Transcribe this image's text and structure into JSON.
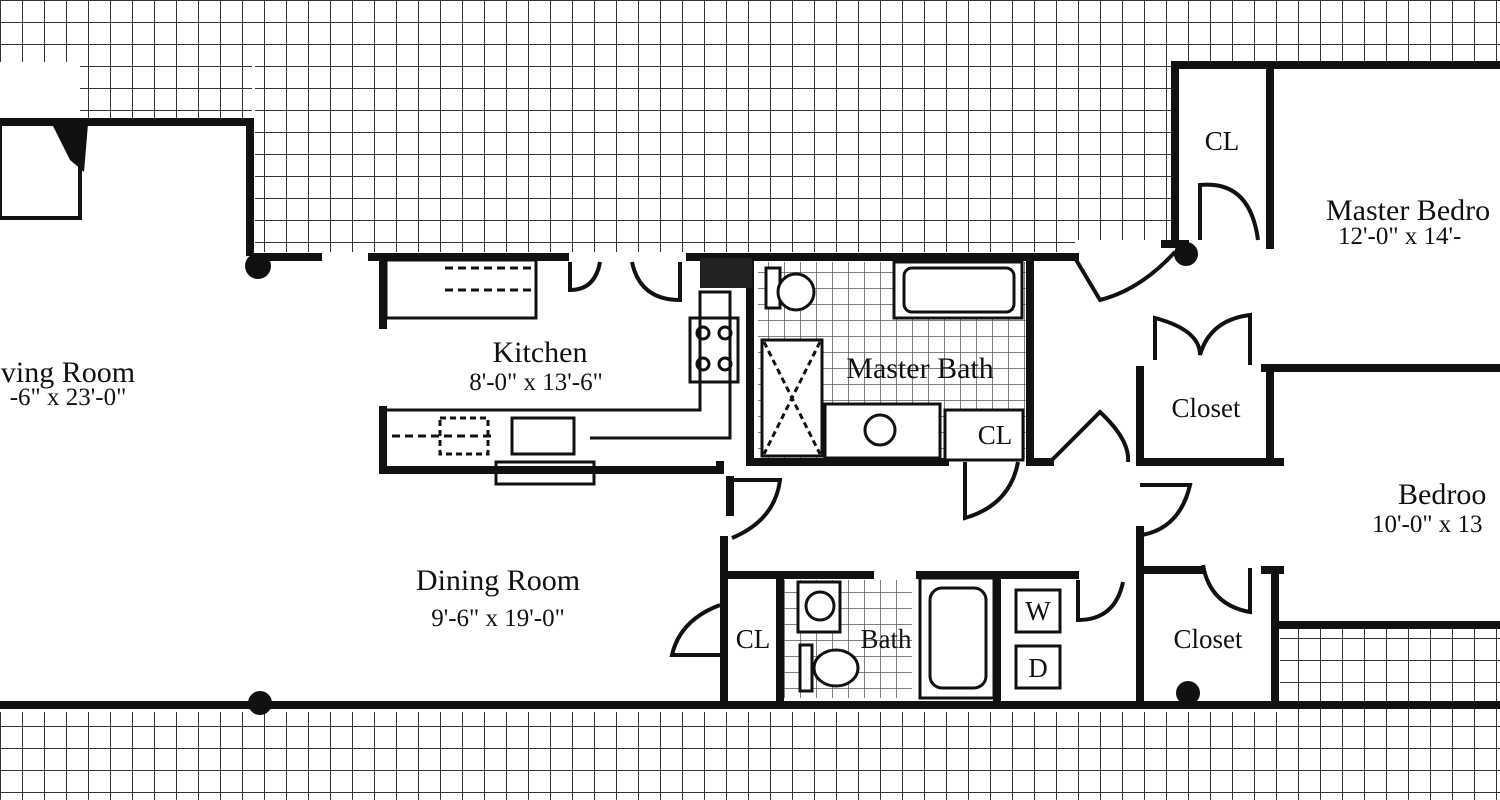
{
  "colors": {
    "wall": "#111111",
    "line": "#1a1a1a",
    "background": "#ffffff",
    "grid": "#333333"
  },
  "rooms": {
    "living_room": {
      "name": "ving Room",
      "dims": "-6\" x 23'-0\""
    },
    "kitchen": {
      "name": "Kitchen",
      "dims": "8'-0\" x 13'-6\""
    },
    "master_bath": {
      "name": "Master Bath"
    },
    "master_bedroom": {
      "name": "Master Bedro",
      "dims": "12'-0\" x 14'-"
    },
    "bedroom": {
      "name": "Bedroo",
      "dims": "10'-0\" x 13"
    },
    "dining_room": {
      "name": "Dining Room",
      "dims": "9'-6\" x 19'-0\""
    },
    "bath": {
      "name": "Bath"
    }
  },
  "closets": {
    "cl_master": "CL",
    "cl_bath": "CL",
    "cl_dining": "CL",
    "closet_upper": "Closet",
    "closet_lower": "Closet"
  },
  "appliances": {
    "washer": "W",
    "dryer": "D"
  }
}
